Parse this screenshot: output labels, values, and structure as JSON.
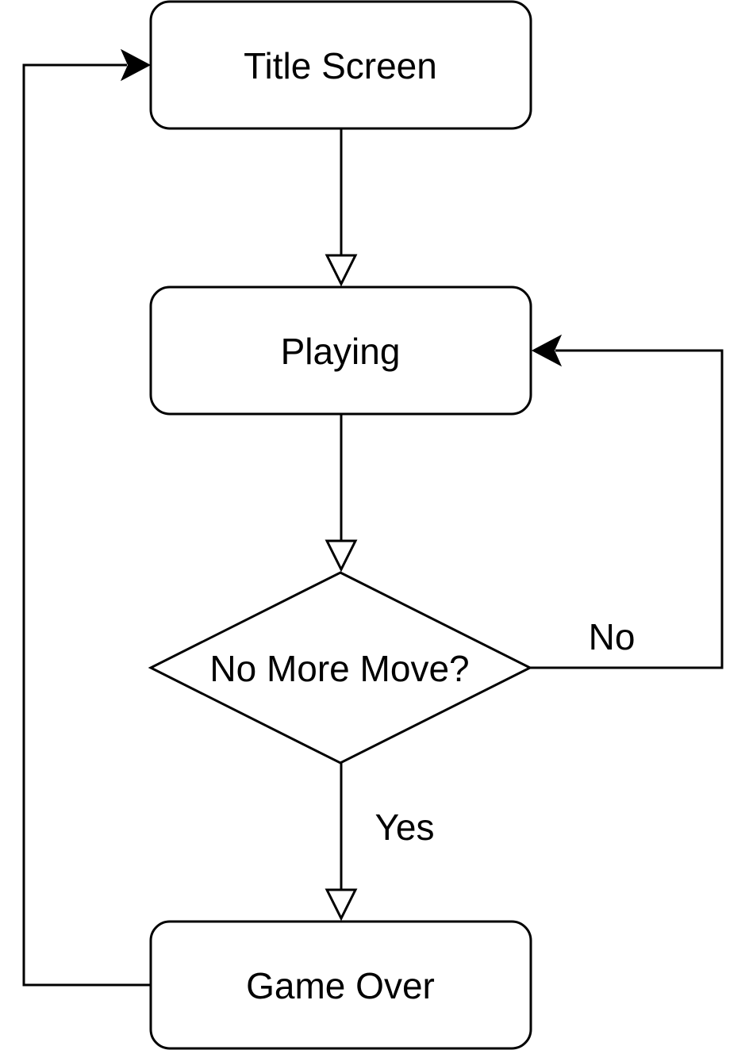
{
  "nodes": {
    "title_screen": {
      "label": "Title Screen"
    },
    "playing": {
      "label": "Playing"
    },
    "decision": {
      "label": "No More Move?"
    },
    "game_over": {
      "label": "Game Over"
    }
  },
  "edges": {
    "no_label": "No",
    "yes_label": "Yes"
  }
}
